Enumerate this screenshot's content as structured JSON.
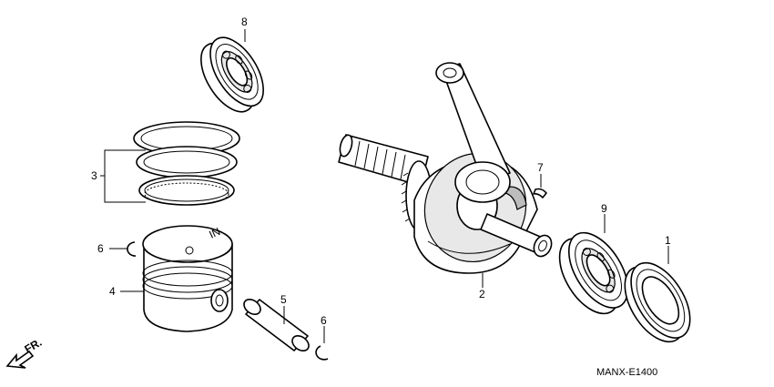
{
  "diagram_code": "MANX-E1400",
  "direction_label": "FR.",
  "callouts": [
    {
      "id": "1",
      "label": "1"
    },
    {
      "id": "2",
      "label": "2"
    },
    {
      "id": "3",
      "label": "3"
    },
    {
      "id": "4",
      "label": "4"
    },
    {
      "id": "5",
      "label": "5"
    },
    {
      "id": "6a",
      "label": "6"
    },
    {
      "id": "6b",
      "label": "6"
    },
    {
      "id": "7",
      "label": "7"
    },
    {
      "id": "8",
      "label": "8"
    },
    {
      "id": "9",
      "label": "9"
    }
  ],
  "piston_marking": "IN"
}
